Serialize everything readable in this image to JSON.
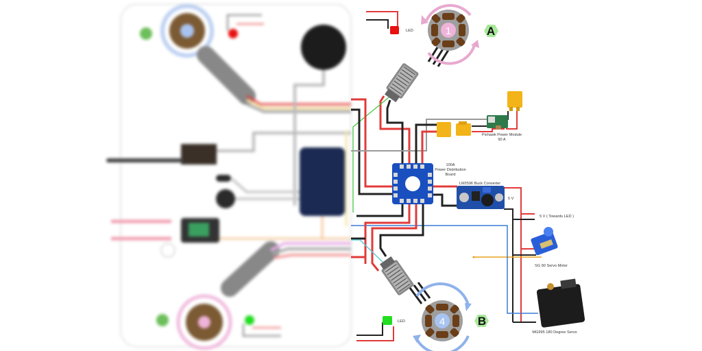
{
  "diagram": {
    "title": "Quadcopter wiring diagram",
    "motors": [
      {
        "number": "1",
        "label": "A",
        "ring_color": "#e8a9cf",
        "hub_color": "#efb3d9"
      },
      {
        "number": "4",
        "label": "B",
        "ring_color": "#8fb2ea",
        "hub_color": "#a8c3f0"
      }
    ],
    "labels": {
      "led_top": "LED",
      "led_bottom": "LED",
      "pdb_line1": "100A",
      "pdb_line2": "Power Distribution",
      "pdb_line3": "Board",
      "power_module_line1": "Pixhawk Power Module",
      "power_module_line2": "90 A",
      "buck_converter": "LM2596 Buck Converter",
      "buck_output": "5 V",
      "led_supply": "5 V ( Towards LED )",
      "sg90": "SG 90 Servo Motor",
      "mg995": "MG995 180 Degree Servo"
    },
    "colors": {
      "wire_red": "#e23a3a",
      "wire_black": "#222222",
      "wire_gray": "#9a9a9a",
      "wire_green": "#3cc43c",
      "wire_blue": "#3a7bd5",
      "wire_orange": "#e8a21a",
      "wire_cyan": "#5ad0d8",
      "pdb_blue": "#1a4fbf",
      "xt60_yellow": "#f2b418",
      "led_red": "#e81010",
      "led_green": "#22dd22",
      "badge_green": "#a8e89a"
    },
    "blurred_region": "left half (flight controller, receiver, GPS, motors 2 & 3) is blurred"
  }
}
